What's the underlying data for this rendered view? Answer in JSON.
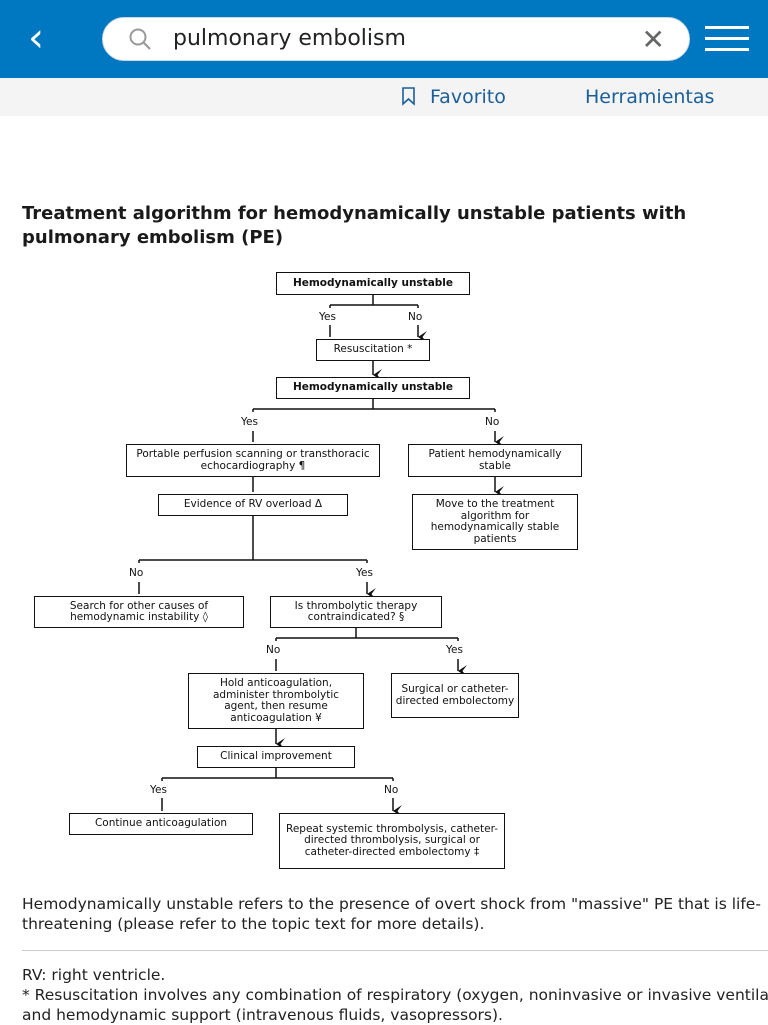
{
  "header": {
    "search_query": "pulmonary embolism",
    "favorite_label": "Favorito",
    "tools_label": "Herramientas"
  },
  "figure": {
    "title_line1": "Treatment algorithm for hemodynamically unstable patients with",
    "title_line2": "pulmonary embolism (PE)",
    "nodes": {
      "n1": "Hemodynamically unstable",
      "n2": "Resuscitation *",
      "n3": "Hemodynamically unstable",
      "n4": "Portable perfusion scanning or transthoracic echocardiography ¶",
      "n5": "Patient hemodynamically stable",
      "n6": "Evidence of RV overload Δ",
      "n7": "Move to the treatment algorithm for hemodynamically stable patients",
      "n8": "Search for other causes of hemodynamic instability ◊",
      "n9": "Is thrombolytic therapy contraindicated? §",
      "n10": "Hold anticoagulation, administer thrombolytic agent, then resume anticoagulation ¥",
      "n11": "Surgical or catheter-directed embolectomy",
      "n12": "Clinical improvement",
      "n13": "Continue anticoagulation",
      "n14": "Repeat systemic thrombolysis, catheter-directed thrombolysis, surgical or catheter-directed embolectomy ‡"
    },
    "labels": {
      "yes": "Yes",
      "no": "No"
    }
  },
  "footnotes": {
    "p1a": "Hemodynamically unstable refers to the presence of overt shock from \"massive\" PE that is life-",
    "p1b": "threatening (please refer to the topic text for more details).",
    "p2": "RV: right ventricle.",
    "p3a": "* Resuscitation involves any combination of respiratory (oxygen, noninvasive or invasive ventilation)",
    "p3b": "and hemodynamic support (intravenous fluids, vasopressors)."
  }
}
